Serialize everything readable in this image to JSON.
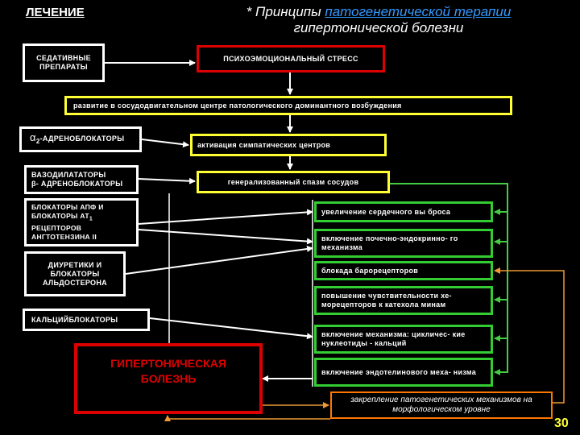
{
  "header": {
    "left_title": "ЛЕЧЕНИЕ",
    "title_prefix": "* Принципы ",
    "title_link": "патогенетической терапии",
    "title_line2": "гипертонической болезни"
  },
  "drugs": {
    "sedative": "СЕДАТИВНЫЕ ПРЕПАРАТЫ",
    "alpha2_symbol": "α",
    "alpha2_sub": "2",
    "alpha2_rest": "-АДРЕНОБЛОКАТОРЫ",
    "vasodilators": "ВАЗОДИЛАТАТОРЫ",
    "beta_blockers": "β- АДРЕНОБЛОКАТОРЫ",
    "ace_line1": "БЛОКАТОРЫ АПФ И",
    "ace_line2": "БЛОКАТОРЫ АТ",
    "ace_line2_sub": "1",
    "ace_line3": "РЕЦЕПТОРОВ",
    "ace_line4": "АНГТОТЕНЗИНА II",
    "diuretics": "ДИУРЕТИКИ И БЛОКАТОРЫ АЛЬДОСТЕРОНА",
    "calcium": "КАЛЬЦИЙБЛОКАТОРЫ"
  },
  "chain": {
    "stress": "ПСИХОЭМОЦИОНАЛЬНЫЙ СТРЕСС",
    "dominant": "развитие в сосудодвигательном центре патологического доминантного возбуждения",
    "sympathetic": "активация симпатических центров",
    "spasm": "генерализованный спазм сосудов",
    "disease_line1": "ГИПЕРТОНИЧЕСКАЯ",
    "disease_line2": "БОЛЕЗНЬ"
  },
  "mechanisms": [
    "увеличение сердечного вы броса",
    "включение почечно-эндокринно- го механизма",
    "блокада барорецепторов",
    "повышение чувствительности хе- морецепторов к катехола минам",
    "включение механизма: цикличес- кие нуклеотиды - кальций",
    "включение эндотелинового меха- низма"
  ],
  "footer": {
    "fixation": "закрепление патогенетических механизмов на морфологическом уровне",
    "page_number": "30"
  },
  "colors": {
    "background": "#000000",
    "drug_border": "#ffffff",
    "stress_border": "#dd0000",
    "dominant_border": "#ffff33",
    "mechanism_border": "#33cc33",
    "footer_border": "#ff7700",
    "link": "#3399ff",
    "page_number": "#ffff33"
  }
}
